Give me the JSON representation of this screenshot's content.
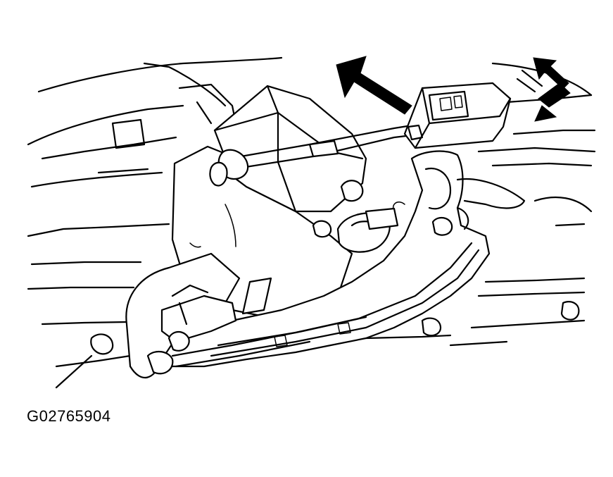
{
  "figure": {
    "id_label": "G02765904"
  },
  "colors": {
    "line": "#000000",
    "background": "#ffffff"
  },
  "icons": {
    "primary_arrow": "black-pointer-arrow",
    "direction_arrow": "double-headed-motion-arrow"
  }
}
